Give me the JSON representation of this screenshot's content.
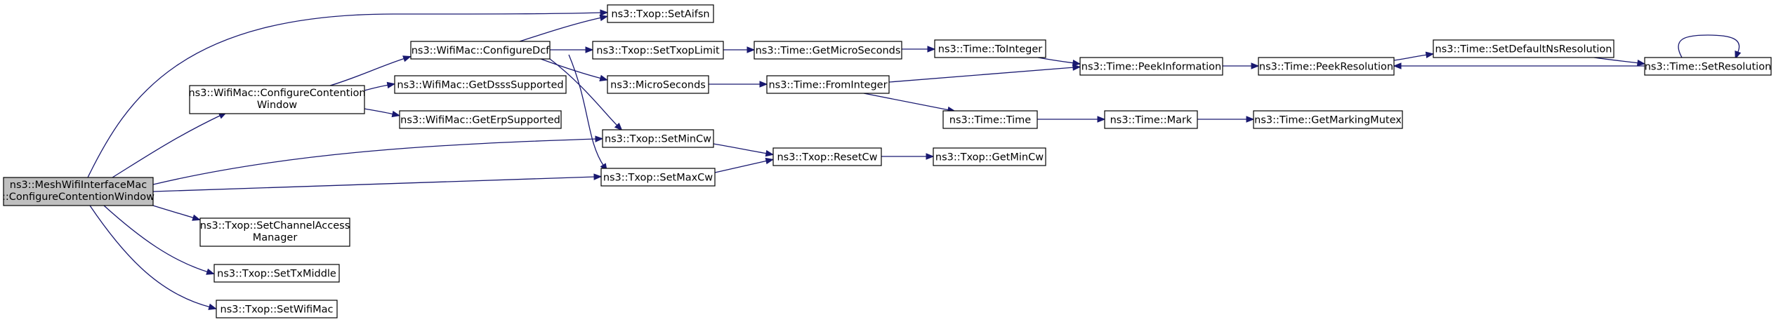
{
  "colors": {
    "edge": "#191970",
    "root_fill": "#bfbfbf",
    "node_fill": "#ffffff",
    "node_border": "#000000"
  },
  "nodes": {
    "root": [
      "ns3::MeshWifiInterfaceMac",
      "::ConfigureContentionWindow"
    ],
    "configure_contention_window": [
      "ns3::WifiMac::ConfigureContention",
      "Window"
    ],
    "configure_dcf": [
      "ns3::WifiMac::ConfigureDcf"
    ],
    "get_dsss_supported": [
      "ns3::WifiMac::GetDsssSupported"
    ],
    "get_erp_supported": [
      "ns3::WifiMac::GetErpSupported"
    ],
    "set_aifsn": [
      "ns3::Txop::SetAifsn"
    ],
    "set_txop_limit": [
      "ns3::Txop::SetTxopLimit"
    ],
    "micro_seconds": [
      "ns3::MicroSeconds"
    ],
    "set_min_cw": [
      "ns3::Txop::SetMinCw"
    ],
    "set_max_cw": [
      "ns3::Txop::SetMaxCw"
    ],
    "set_channel_access_manager": [
      "ns3::Txop::SetChannelAccess",
      "Manager"
    ],
    "set_tx_middle": [
      "ns3::Txop::SetTxMiddle"
    ],
    "set_wifi_mac": [
      "ns3::Txop::SetWifiMac"
    ],
    "get_micro_seconds": [
      "ns3::Time::GetMicroSeconds"
    ],
    "from_integer": [
      "ns3::Time::FromInteger"
    ],
    "reset_cw": [
      "ns3::Txop::ResetCw"
    ],
    "to_integer": [
      "ns3::Time::ToInteger"
    ],
    "time_ctor": [
      "ns3::Time::Time"
    ],
    "get_min_cw": [
      "ns3::Txop::GetMinCw"
    ],
    "peek_information": [
      "ns3::Time::PeekInformation"
    ],
    "mark": [
      "ns3::Time::Mark"
    ],
    "peek_resolution": [
      "ns3::Time::PeekResolution"
    ],
    "get_marking_mutex": [
      "ns3::Time::GetMarkingMutex"
    ],
    "set_default_ns_resolution": [
      "ns3::Time::SetDefaultNsResolution"
    ],
    "set_resolution": [
      "ns3::Time::SetResolution"
    ]
  },
  "edges": [
    [
      "root",
      "configure_contention_window"
    ],
    [
      "root",
      "set_aifsn"
    ],
    [
      "root",
      "set_min_cw"
    ],
    [
      "root",
      "set_max_cw"
    ],
    [
      "root",
      "set_channel_access_manager"
    ],
    [
      "root",
      "set_tx_middle"
    ],
    [
      "root",
      "set_wifi_mac"
    ],
    [
      "configure_contention_window",
      "configure_dcf"
    ],
    [
      "configure_contention_window",
      "get_dsss_supported"
    ],
    [
      "configure_contention_window",
      "get_erp_supported"
    ],
    [
      "configure_dcf",
      "set_aifsn"
    ],
    [
      "configure_dcf",
      "set_txop_limit"
    ],
    [
      "configure_dcf",
      "micro_seconds"
    ],
    [
      "configure_dcf",
      "set_min_cw"
    ],
    [
      "configure_dcf",
      "set_max_cw"
    ],
    [
      "set_txop_limit",
      "get_micro_seconds"
    ],
    [
      "micro_seconds",
      "from_integer"
    ],
    [
      "set_min_cw",
      "reset_cw"
    ],
    [
      "set_max_cw",
      "reset_cw"
    ],
    [
      "get_micro_seconds",
      "to_integer"
    ],
    [
      "from_integer",
      "peek_information"
    ],
    [
      "from_integer",
      "time_ctor"
    ],
    [
      "reset_cw",
      "get_min_cw"
    ],
    [
      "to_integer",
      "peek_information"
    ],
    [
      "time_ctor",
      "mark"
    ],
    [
      "peek_information",
      "peek_resolution"
    ],
    [
      "mark",
      "get_marking_mutex"
    ],
    [
      "peek_resolution",
      "set_default_ns_resolution"
    ],
    [
      "set_default_ns_resolution",
      "set_resolution"
    ],
    [
      "set_resolution",
      "peek_resolution"
    ],
    [
      "set_resolution",
      "set_resolution"
    ]
  ]
}
